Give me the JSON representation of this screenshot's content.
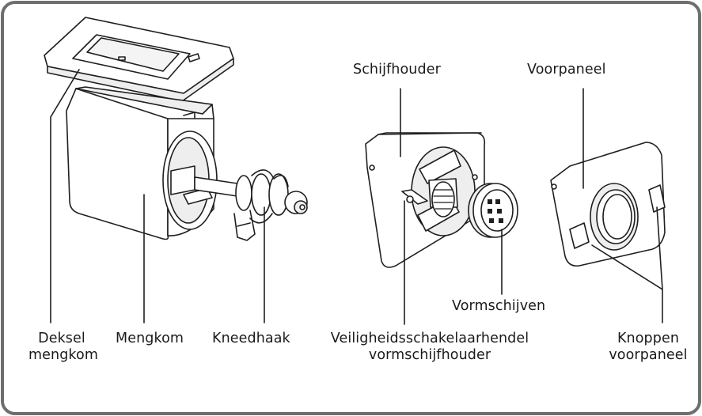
{
  "labels": {
    "deksel_line1": "Deksel",
    "deksel_line2": "mengkom",
    "mengkom": "Mengkom",
    "kneedhaak": "Kneedhaak",
    "veiligheid_line1": "Veiligheidsschakelaarhendel",
    "veiligheid_line2": "vormschijfhouder",
    "schijfhouder": "Schijfhouder",
    "voorpaneel": "Voorpaneel",
    "vormschijven": "Vormschijven",
    "knoppen_line1": "Knoppen",
    "knoppen_line2": "voorpaneel"
  },
  "colors": {
    "frame_border": "#6e6e6e",
    "line": "#1f1f1f",
    "fill_light": "#ffffff",
    "fill_shade": "#eeeeee"
  }
}
